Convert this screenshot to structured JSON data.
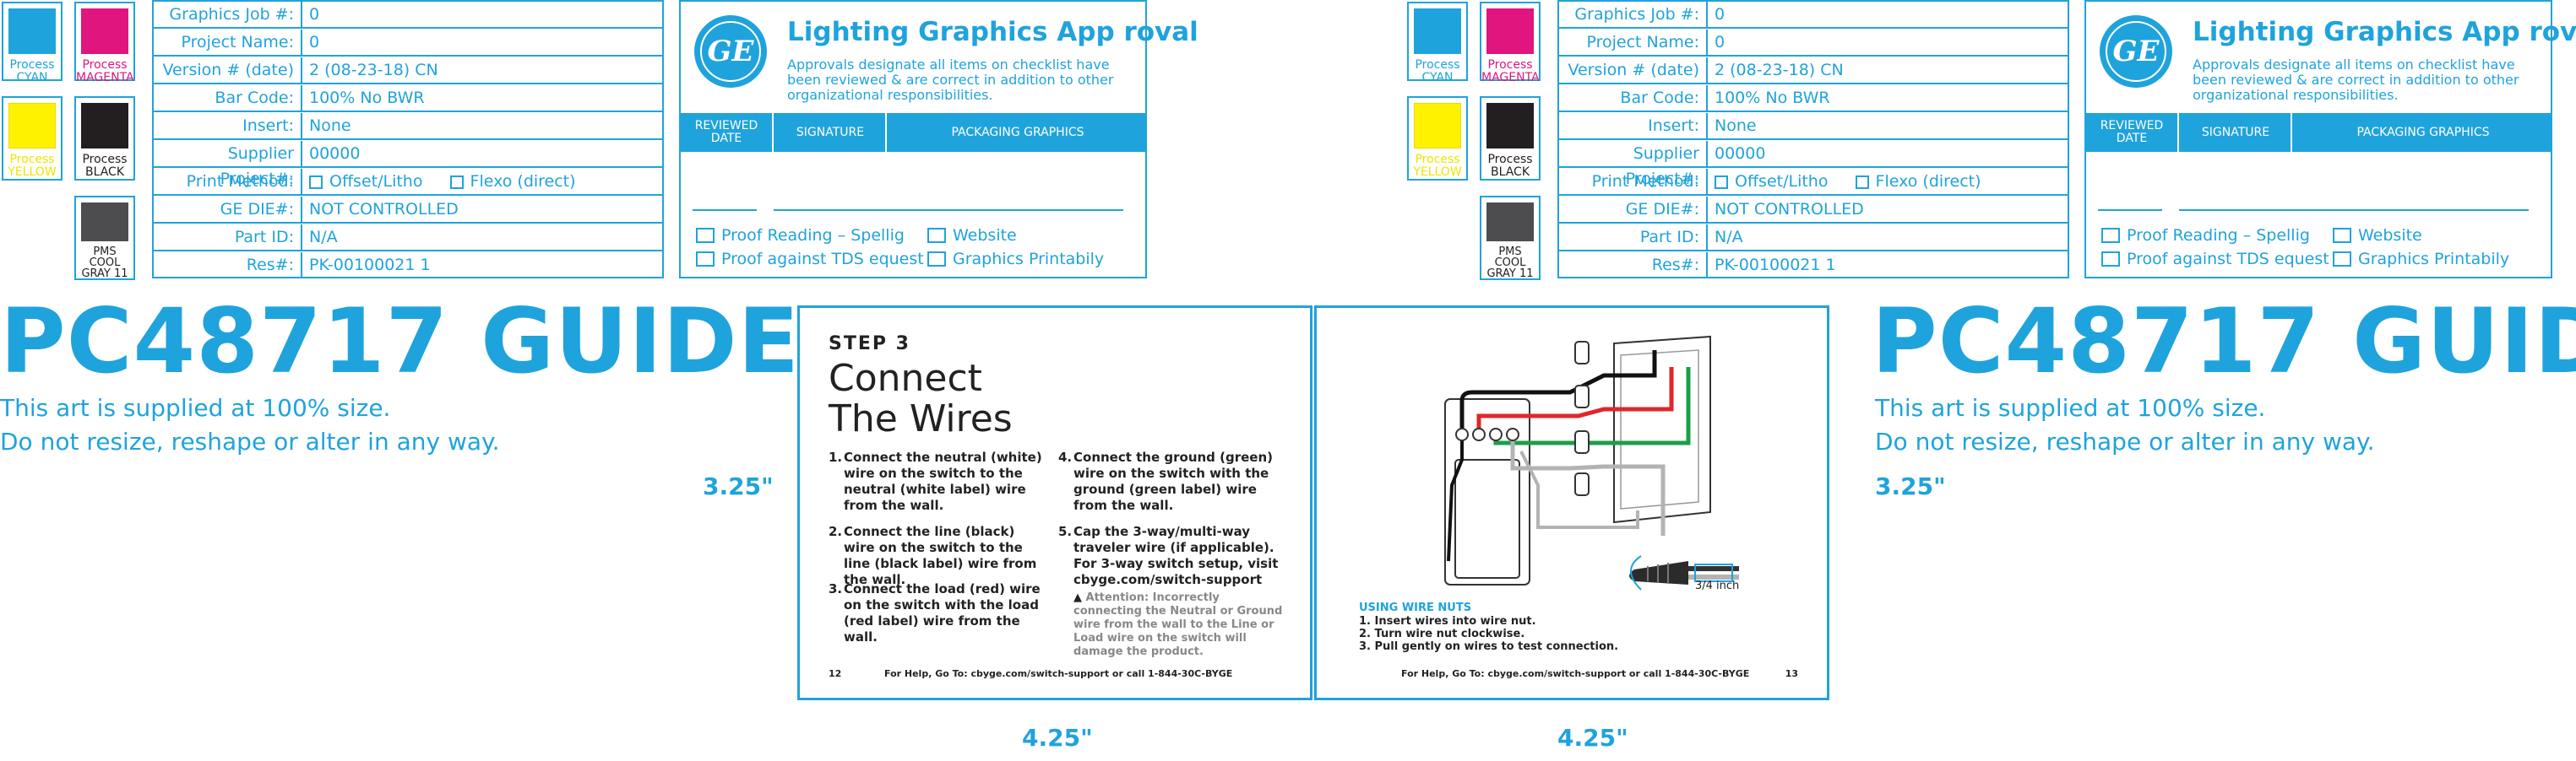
{
  "colors": {
    "accent": "#1fa3dc",
    "cyan": "#1fa3dc",
    "magenta": "#e0157e",
    "yellow": "#fff200",
    "black": "#231f20",
    "gray": "#4d4d4f"
  },
  "swatches": [
    {
      "label": "Process\nCYAN"
    },
    {
      "label": "Process\nMAGENTA"
    },
    {
      "label": "Process\nYELLOW"
    },
    {
      "label": "Process\nBLACK"
    },
    {
      "label": "PMS\nCOOL\nGRAY 11"
    }
  ],
  "info": [
    {
      "key": "Graphics Job #:",
      "value": "0"
    },
    {
      "key": "Project Name:",
      "value": "0"
    },
    {
      "key": "Version # (date)",
      "value": "2 (08-23-18) CN"
    },
    {
      "key": "Bar Code:",
      "value": "100% No BWR"
    },
    {
      "key": "Insert:",
      "value": "None"
    },
    {
      "key": "Supplier Project#:",
      "value": "00000"
    },
    {
      "key": "Print Method:",
      "value": ""
    },
    {
      "key": "GE DIE#:",
      "value": "NOT CONTROLLED"
    },
    {
      "key": "Part ID:",
      "value": "N/A"
    },
    {
      "key": "Res#:",
      "value": "PK-00100021 1"
    }
  ],
  "print_methods": [
    "Offset/Litho",
    "Flexo (direct)"
  ],
  "approval": {
    "logo": "GE",
    "title": "Lighting Graphics App  roval",
    "description": "Approvals designate all items on checklist have been reviewed & are correct in addition to other organizational responsibilities.",
    "columns": [
      "REVIEWED DATE",
      "SIGNATURE",
      "PACKAGING GRAPHICS"
    ],
    "checks": [
      "Proof Reading – Spellig",
      "Proof against TDS equest",
      "Website",
      "Graphics Printabily"
    ]
  },
  "guide": {
    "title": "PC48717 GUIDE",
    "line1": "This art is supplied at 100% size.",
    "line2": "Do not resize, reshape or alter in any way.",
    "height_dim": "3.25\"",
    "width_dim": "4.25\""
  },
  "booklet": {
    "step": "STEP 3",
    "heading_line1": "Connect",
    "heading_line2": "The Wires",
    "left_steps": [
      {
        "n": "1.",
        "text": "Connect the neutral (white) wire on the switch to the neutral (white label) wire from the wall."
      },
      {
        "n": "2.",
        "text": "Connect the line (black) wire on the switch to the line (black label) wire from the wall."
      },
      {
        "n": "3.",
        "text": "Connect the load (red) wire on the switch with the load (red label) wire from the wall."
      }
    ],
    "right_steps": [
      {
        "n": "4.",
        "text": "Connect the ground (green) wire on the switch with the ground (green label) wire from the wall."
      },
      {
        "n": "5.",
        "text": "Cap the 3-way/multi-way traveler wire (if applicable). For 3-way switch setup, visit cbyge.com/switch-support"
      }
    ],
    "warning": "Attention: Incorrectly connecting the Neutral or Ground wire from the wall to the Line or Load wire on the switch will damage the product.",
    "footer": "For Help, Go To: cbyge.com/switch-support or call 1-844-30C-BYGE",
    "page_left": "12",
    "page_right": "13",
    "wire_nuts_title": "USING WIRE NUTS",
    "wire_nuts_steps": [
      "1. Insert wires into wire nut.",
      "2. Turn wire nut clockwise.",
      "3. Pull gently on wires to test connection."
    ],
    "wire_length": "3/4 inch"
  }
}
